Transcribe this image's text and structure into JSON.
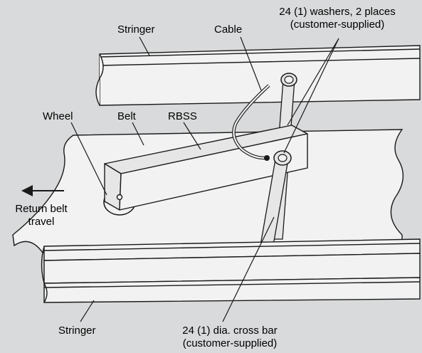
{
  "labels": {
    "stringer_top": "Stringer",
    "cable": "Cable",
    "washers_line1": "24 (1) washers, 2 places",
    "washers_line2": "(customer-supplied)",
    "wheel": "Wheel",
    "belt": "Belt",
    "rbss": "RBSS",
    "return_line1": "Return belt",
    "return_line2": "travel",
    "stringer_bottom": "Stringer",
    "crossbar_line1": "24 (1) dia. cross bar",
    "crossbar_line2": "(customer-supplied)"
  },
  "colors": {
    "background": "#d9dadb",
    "metal_face": "#f2f2f2",
    "metal_side": "#e6e6e6",
    "outline": "#1a1a1a"
  }
}
